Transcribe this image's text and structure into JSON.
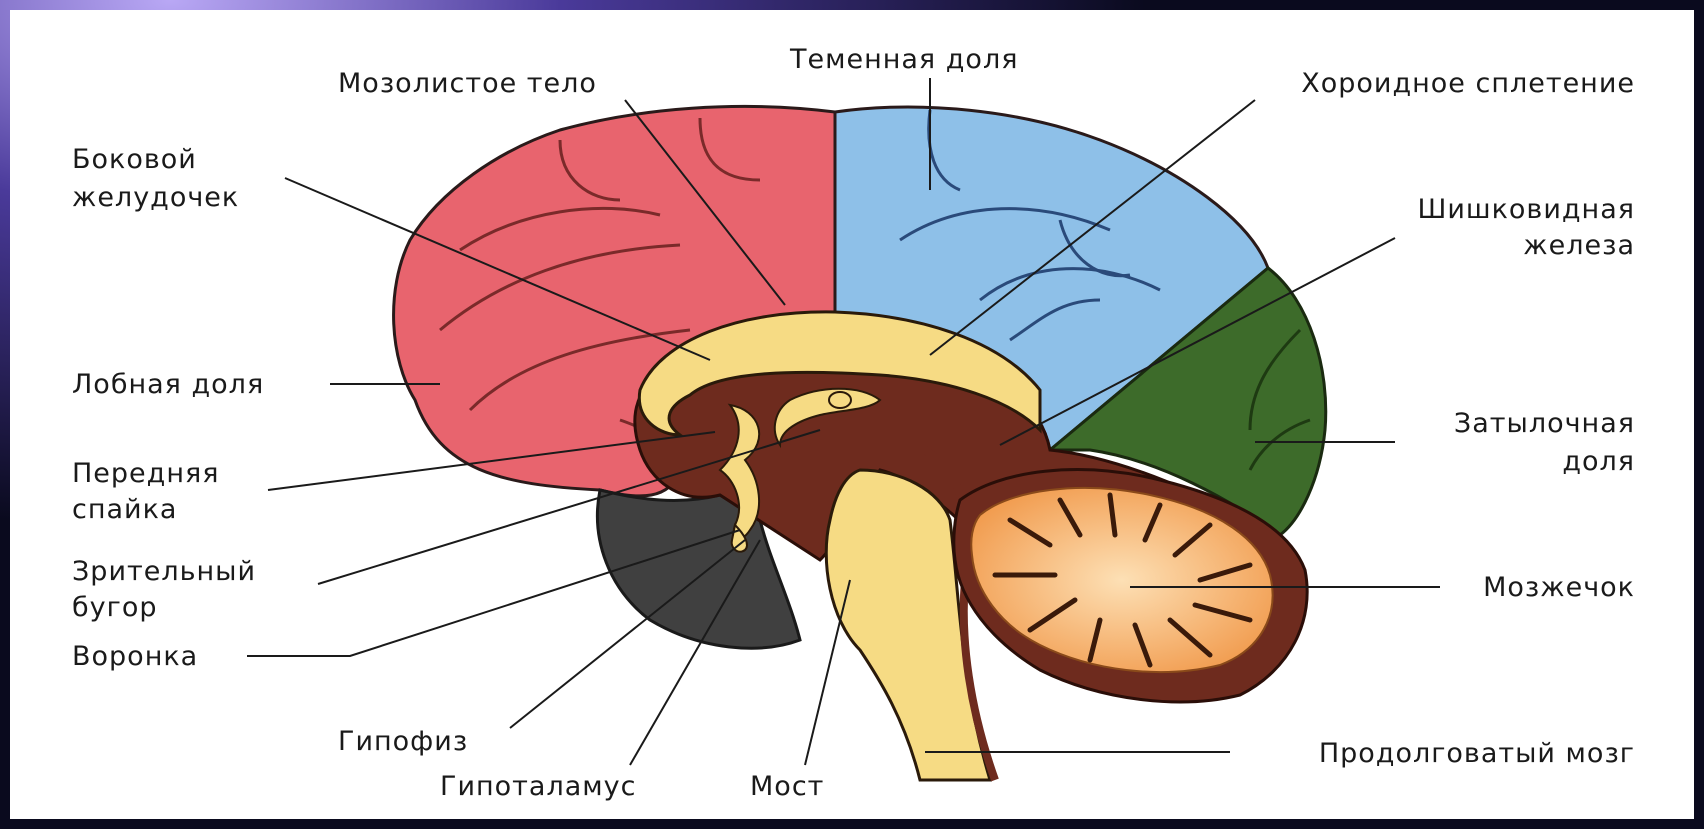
{
  "diagram": {
    "labels": {
      "parietal_lobe": "Теменная доля",
      "corpus_callosum": "Мозолистое тело",
      "choroid_plexus": "Хороидное сплетение",
      "lateral_ventricle_1": "Боковой",
      "lateral_ventricle_2": "желудочек",
      "pineal_gland_1": "Шишковидная",
      "pineal_gland_2": "железа",
      "frontal_lobe": "Лобная доля",
      "anterior_commissure_1": "Передняя",
      "anterior_commissure_2": "спайка",
      "occipital_lobe_1": "Затылочная",
      "occipital_lobe_2": "доля",
      "thalamus_1": "Зрительный",
      "thalamus_2": "бугор",
      "cerebellum": "Мозжечок",
      "infundibulum": "Воронка",
      "pituitary": "Гипофиз",
      "hypothalamus": "Гипоталамус",
      "pons": "Мост",
      "medulla": "Продолговатый мозг"
    },
    "colors": {
      "frontal": "#e8646e",
      "parietal": "#8ec0e8",
      "occipital": "#3d6b2a",
      "brainstem": "#f6db84",
      "inner": "#6e2b1e",
      "cerebellum": "#f5a659",
      "dark_region": "#404040"
    }
  }
}
